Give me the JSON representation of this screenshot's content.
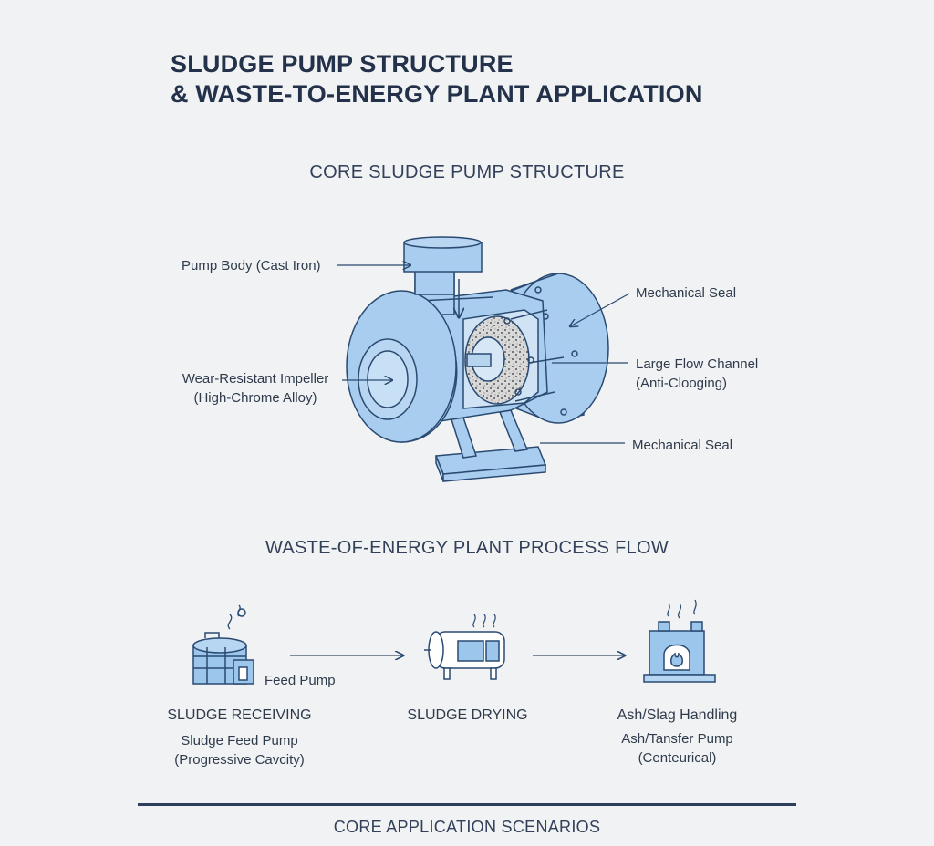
{
  "title": {
    "line1": "SLUDGE PUMP STRUCTURE",
    "line2": "& WASTE-TO-ENERGY PLANT APPLICATION"
  },
  "pump_section": {
    "heading": "CORE SLUDGE PUMP STRUCTURE",
    "labels": {
      "pump_body": "Pump Body (Cast Iron)",
      "impeller_line1": "Wear-Resistant Impeller",
      "impeller_line2": "(High-Chrome Alloy)",
      "seal_top": "Mechanical Seal",
      "channel_line1": "Large Flow Channel",
      "channel_line2": "(Anti-Clooging)",
      "seal_bottom": "Mechanical Seal"
    }
  },
  "flow_section": {
    "heading": "WASTE-OF-ENERGY PLANT PROCESS FLOW",
    "feed_pump_label": "Feed Pump",
    "stages": [
      {
        "name": "SLUDGE RECEIVING",
        "detail1": "Sludge Feed Pump",
        "detail2": "(Progressive Cavcity)",
        "icon": "storage-tank-icon"
      },
      {
        "name": "SLUDGE DRYING",
        "detail1": "",
        "detail2": "",
        "icon": "dryer-drum-icon"
      },
      {
        "name": "Ash/Slag Handling",
        "detail1": "Ash/Tansfer Pump",
        "detail2": "(Centeurical)",
        "icon": "furnace-icon"
      }
    ]
  },
  "footer": {
    "heading": "CORE APPLICATION SCENARIOS"
  },
  "colors": {
    "pump_fill": "#a8cdee",
    "pump_stroke": "#2a4a72",
    "icon_fill": "#9cc6ec",
    "arrow": "#3b4c66",
    "rule": "#2e3f5e"
  }
}
